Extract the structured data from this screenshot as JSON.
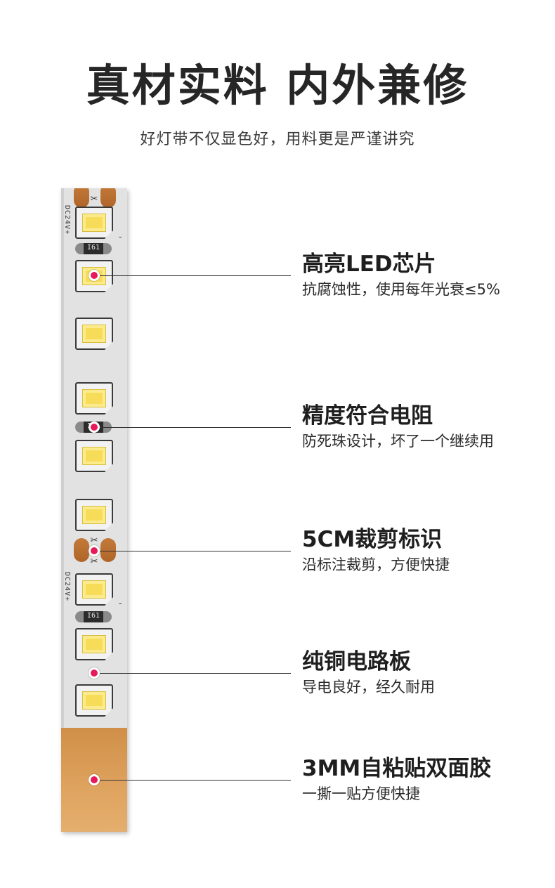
{
  "header": {
    "title": "真材实料 内外兼修",
    "subtitle": "好灯带不仅显色好，用料更是严谨讲究"
  },
  "strip": {
    "voltage_print": "DC24V+",
    "minus_print": "-",
    "resistor_code": "I61",
    "scissors_glyph": "✂",
    "colors": {
      "board": "#e2e2e2",
      "tape": "#dfa460",
      "led": "#f7dc5a",
      "pad": "#c27a3a"
    }
  },
  "callouts": [
    {
      "title": "高亮LED芯片",
      "desc": "抗腐蚀性，使用每年光衰≤5%"
    },
    {
      "title": "精度符合电阻",
      "desc": "防死珠设计，坏了一个继续用"
    },
    {
      "title": "5CM裁剪标识",
      "desc": "沿标注裁剪，方便快捷"
    },
    {
      "title": "纯铜电路板",
      "desc": "导电良好，经久耐用"
    },
    {
      "title": "3MM自粘贴双面胶",
      "desc": "一撕一贴方便快捷"
    }
  ],
  "marker_color": "#e6195a"
}
